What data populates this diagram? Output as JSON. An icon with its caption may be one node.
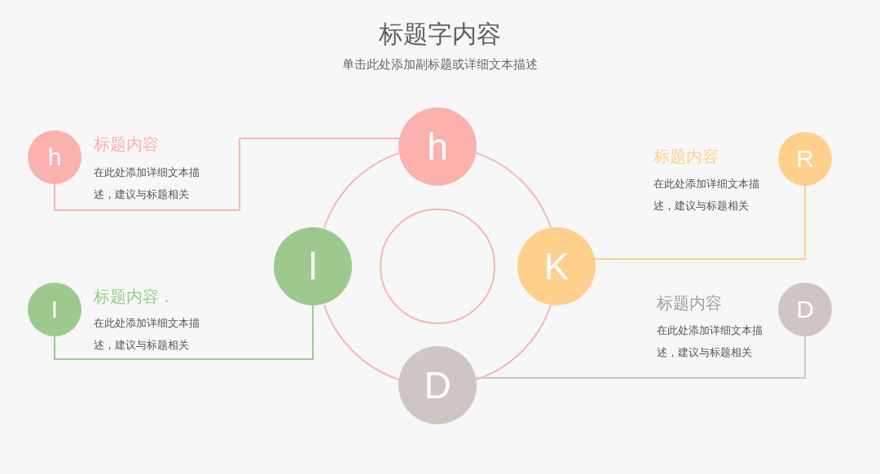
{
  "diagram": {
    "title": "标题字内容",
    "caption": "单击此处添加副标题或详细文本描述",
    "nodes": [
      {
        "text": [
          "h"
        ]
      },
      {
        "text": [
          "K"
        ]
      },
      {
        "text": [
          "D"
        ]
      },
      {
        "text": [
          "l"
        ]
      },
      {
        "text": [
          "h"
        ],
        "beside": [
          "标题内容",
          "在此处添加详细文本描述，建议与标题相关"
        ]
      },
      {
        "text": [
          "I"
        ],
        "beside": [
          "标题内容 .",
          "在此处添加详细文本描述，建议与标题相关"
        ]
      },
      {
        "text": [
          "R"
        ],
        "beside": [
          "标题内容",
          "在此处添加详细文本描述，建议与标题相关"
        ]
      },
      {
        "text": [
          "D"
        ],
        "beside": [
          "标题内容",
          "在此处添加详细文本描述，建议与标题相关"
        ]
      },
      {
        "text": [],
        "shape": "circle"
      }
    ],
    "edges": [
      {
        "from": 0,
        "to": 1,
        "arrow": "none"
      },
      {
        "from": 1,
        "to": 2,
        "arrow": "none"
      },
      {
        "from": 2,
        "to": 3,
        "arrow": "none"
      },
      {
        "from": 3,
        "to": 0,
        "arrow": "none"
      },
      {
        "from": 4,
        "to": 0,
        "arrow": "none"
      },
      {
        "from": 5,
        "to": 3,
        "arrow": "none",
        "color": "#9dc98f"
      },
      {
        "from": 6,
        "to": 1,
        "arrow": "none",
        "color": "#ffd08c"
      },
      {
        "from": 7,
        "to": 2,
        "arrow": "none",
        "color": "#cfc5c3"
      }
    ]
  }
}
